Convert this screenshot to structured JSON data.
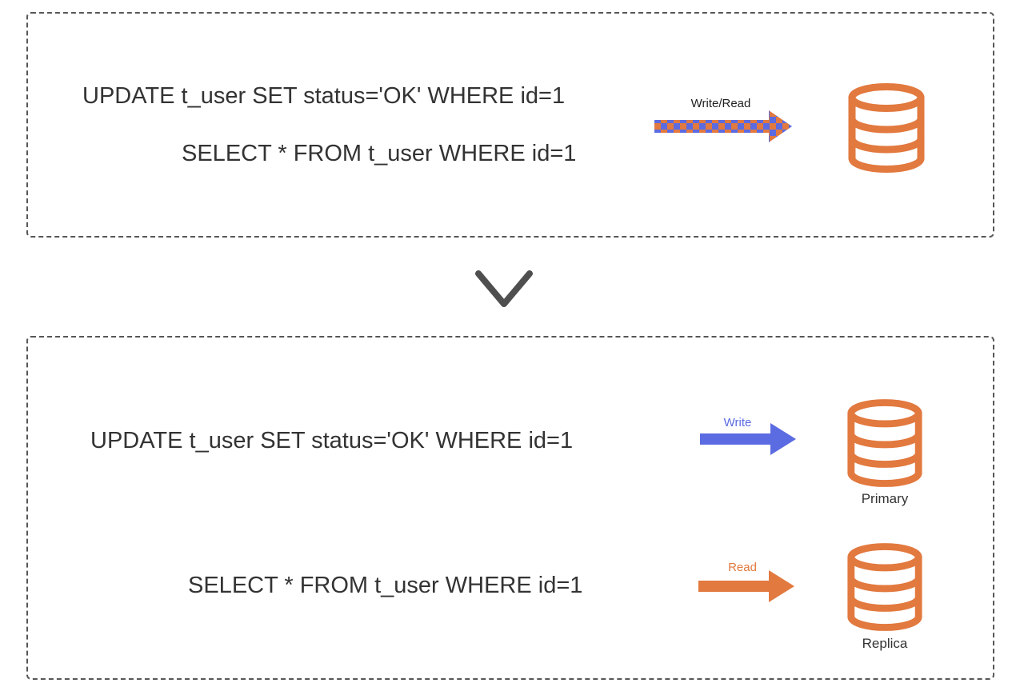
{
  "diagram": {
    "before": {
      "update_sql": "UPDATE t_user SET status='OK' WHERE id=1",
      "select_sql": "SELECT * FROM t_user WHERE id=1",
      "arrow_label": "Write/Read"
    },
    "after": {
      "update_sql": "UPDATE t_user SET status='OK' WHERE id=1",
      "select_sql": "SELECT * FROM t_user WHERE id=1",
      "write_arrow_label": "Write",
      "read_arrow_label": "Read",
      "primary_db_label": "Primary",
      "replica_db_label": "Replica"
    },
    "icons": {
      "database": "database-icon",
      "chevron": "chevron-down-icon",
      "write_read_arrow": "checkered write/read arrow",
      "write_arrow": "solid blue arrow",
      "read_arrow": "solid orange arrow"
    },
    "colors": {
      "orange": "#E2793F",
      "blue": "#5B6BE1",
      "sql_text": "#333333",
      "write_read_label": "#1F1F1F",
      "box_border": "#575757",
      "chevron": "#4F4F4F"
    }
  }
}
